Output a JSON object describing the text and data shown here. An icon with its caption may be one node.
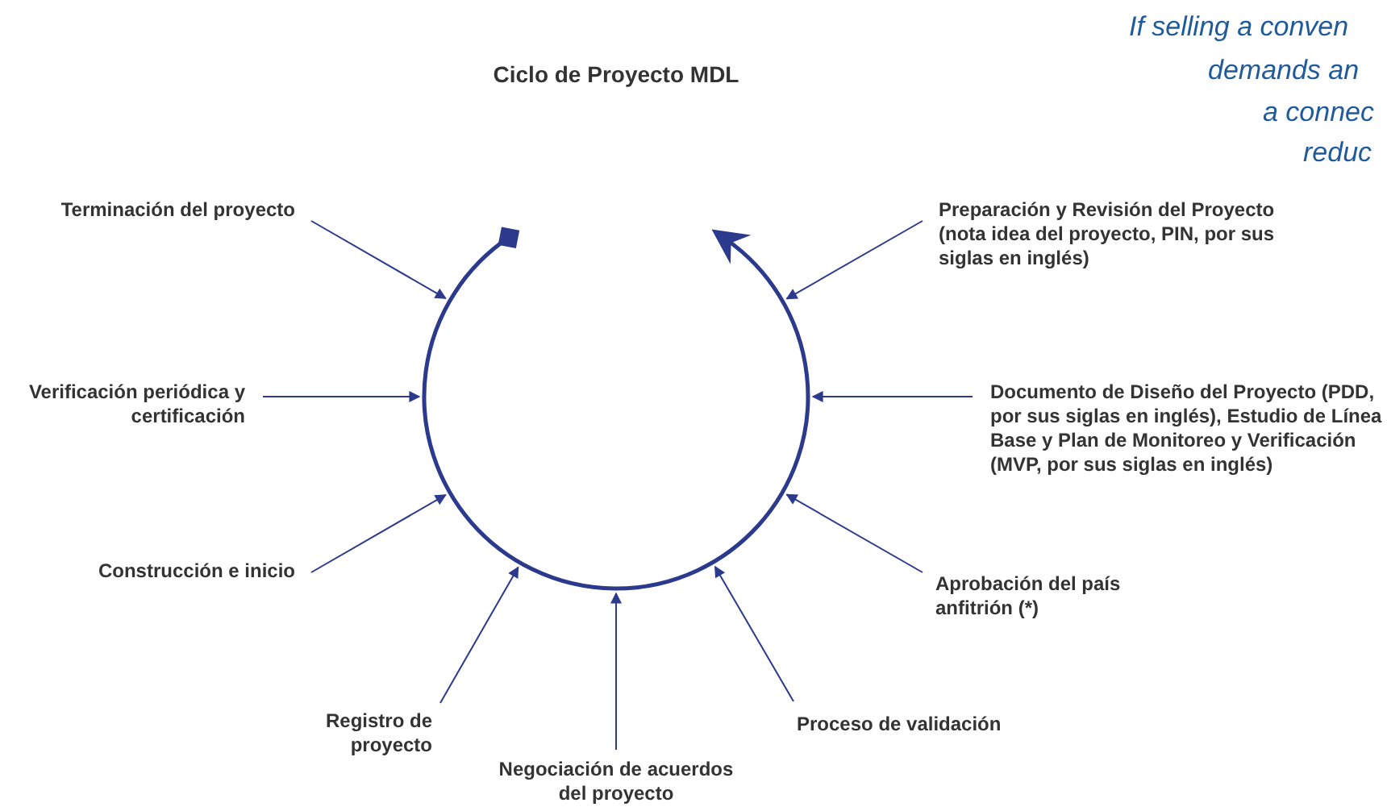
{
  "diagram": {
    "title": "Ciclo de Proyecto MDL",
    "nodes": [
      {
        "text": [],
        "shape": "circle"
      },
      {
        "text": [
          "Terminación del proyecto"
        ]
      },
      {
        "text": [
          "Preparación y Revisión del Proyecto (nota idea del proyecto, PIN, por sus siglas en inglés)"
        ]
      },
      {
        "text": [
          "Verificación periódica y certificación"
        ]
      },
      {
        "text": [
          "Documento de Diseño del Proyecto (PDD, por sus siglas en inglés), Estudio de Línea Base y Plan de Monitoreo y Verificación (MVP, por sus siglas en inglés)"
        ]
      },
      {
        "text": [
          "Construcción e inicio"
        ]
      },
      {
        "text": [
          "Aprobación del país anfitrión (*)"
        ]
      },
      {
        "text": [
          "Registro de proyecto"
        ]
      },
      {
        "text": [
          "Proceso de validación"
        ]
      },
      {
        "text": [
          "Negociación de acuerdos del proyecto"
        ]
      }
    ],
    "edges": [
      {
        "from": 1,
        "to": 0,
        "arrow": "to"
      },
      {
        "from": 2,
        "to": 0,
        "arrow": "to"
      },
      {
        "from": 3,
        "to": 0,
        "arrow": "to"
      },
      {
        "from": 4,
        "to": 0,
        "arrow": "to"
      },
      {
        "from": 5,
        "to": 0,
        "arrow": "to"
      },
      {
        "from": 6,
        "to": 0,
        "arrow": "to"
      },
      {
        "from": 7,
        "to": 0,
        "arrow": "to"
      },
      {
        "from": 8,
        "to": 0,
        "arrow": "to"
      },
      {
        "from": 9,
        "to": 0,
        "arrow": "to"
      }
    ],
    "labels": [
      "If selling a conven",
      "demands an",
      "a connec",
      "reduc"
    ]
  }
}
